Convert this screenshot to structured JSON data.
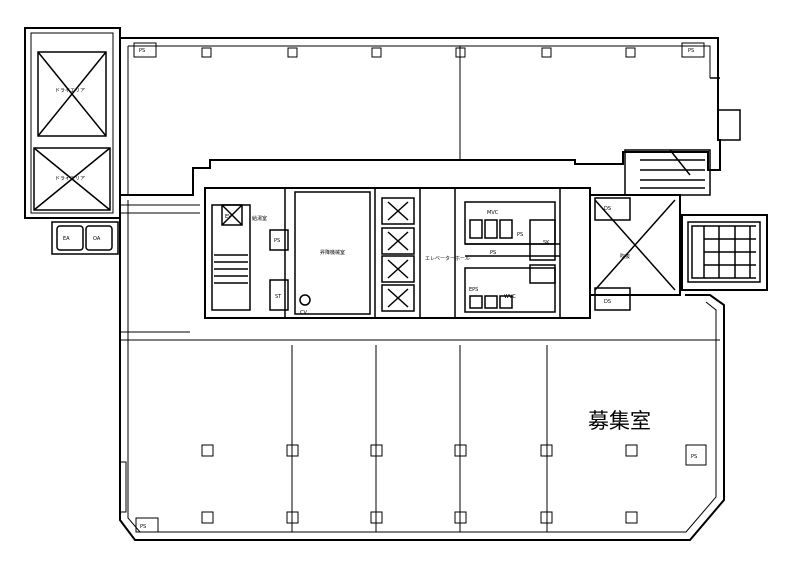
{
  "plan": {
    "vacancy_label": "募集室",
    "labels": {
      "ps_top_left": "PS",
      "ps_top_right": "PS",
      "ps_bottom_left": "PS",
      "ps_bottom_right": "PS",
      "ea": "EA",
      "oa": "OA",
      "dry_area_top": "ドライエリア",
      "dry_area_bottom": "ドライエリア",
      "mvc": "MVC",
      "wvc": "WVC",
      "ps_core": "PS",
      "eps": "EPS",
      "elevator_hall": "エレベーターホール",
      "central": "昇降機械室",
      "ds_top": "DS",
      "ds_bottom": "DS",
      "void": "吹抜",
      "sk": "SK",
      "ev": "EV",
      "pantry": "給湯室",
      "ps_small": "PS",
      "st": "ST",
      "cv": "CV",
      "shaft": "PS"
    }
  }
}
